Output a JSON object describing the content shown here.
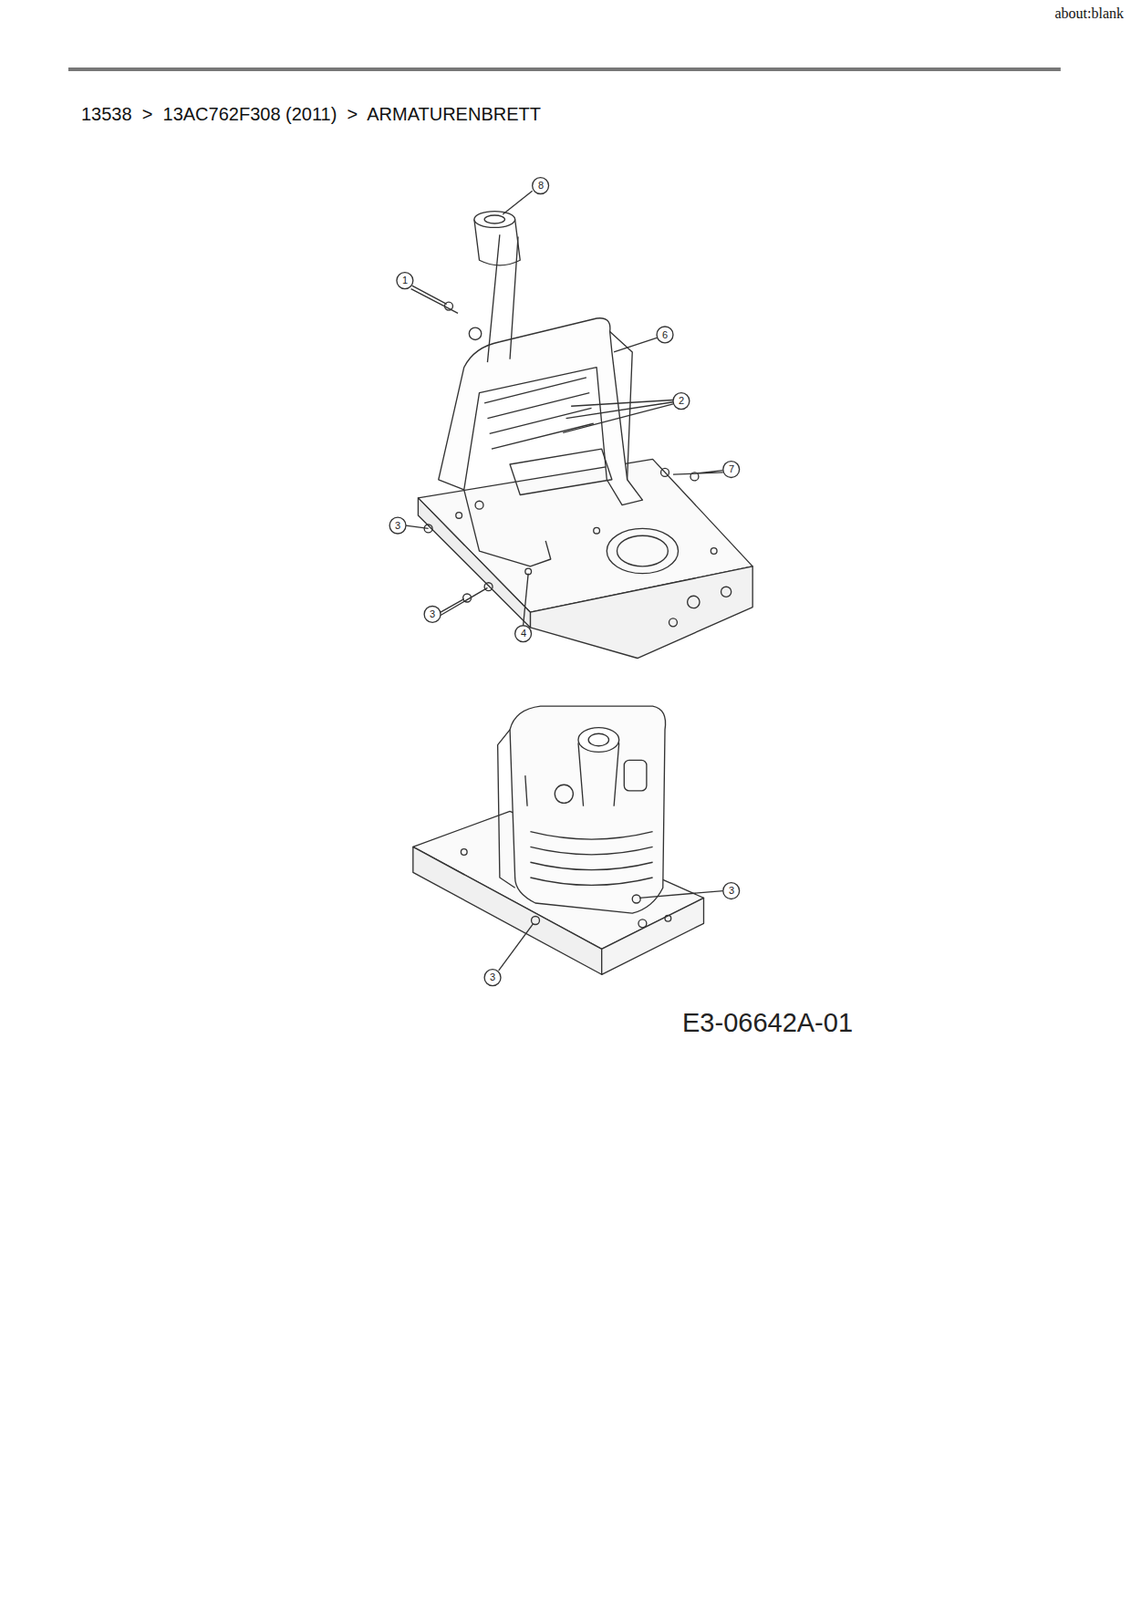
{
  "diagram": {
    "title": "13538  >  13AC762F308 (2011)  >  ARMATURENBRETT",
    "labels": [
      "about:blank",
      "8",
      "1",
      "6",
      "2",
      "7",
      "3",
      "3",
      "4",
      "3",
      "3",
      "E3-06642A-01"
    ]
  }
}
